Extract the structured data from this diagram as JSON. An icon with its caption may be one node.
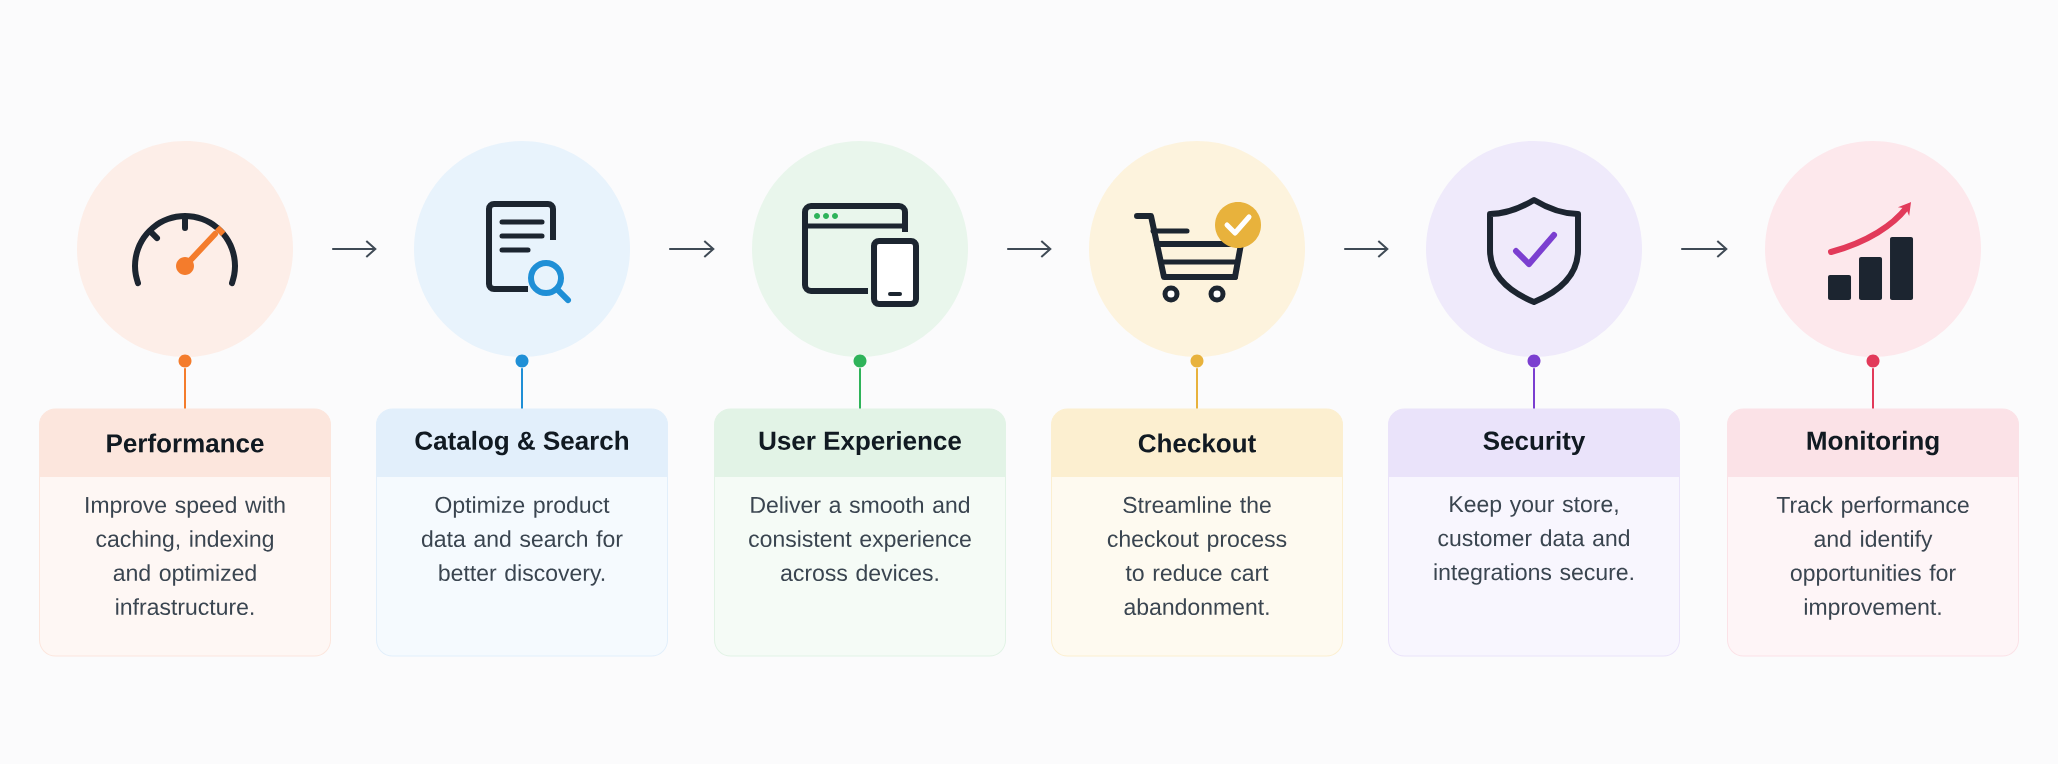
{
  "diagram": {
    "nodes": [
      {
        "text": [],
        "shape": "circle"
      },
      {
        "text": [
          "Performance",
          "Improve speed with caching, indexing and optimized infrastructure."
        ]
      },
      {
        "text": [],
        "shape": "circle"
      },
      {
        "text": [
          "Catalog & Search",
          "Optimize product data and search for better discovery."
        ]
      },
      {
        "text": [],
        "shape": "circle"
      },
      {
        "text": [
          "User Experience",
          "Deliver a smooth and consistent experience across devices."
        ]
      },
      {
        "text": [],
        "shape": "circle"
      },
      {
        "text": [
          "Checkout",
          "Streamline the checkout process to reduce cart abandonment."
        ]
      },
      {
        "text": [],
        "shape": "circle"
      },
      {
        "text": [
          "Security",
          "Keep your store, customer data and integrations secure."
        ]
      },
      {
        "text": [],
        "shape": "circle"
      },
      {
        "text": [
          "Monitoring",
          "Track performance and identify opportunities for improvement."
        ]
      }
    ],
    "edges": [
      {
        "from": 0,
        "to": 1,
        "arrow": "none",
        "color": "#f47c2c"
      },
      {
        "from": 0,
        "to": 2,
        "arrow": "to"
      },
      {
        "from": 2,
        "to": 3,
        "arrow": "none",
        "color": "#1f8fd6"
      },
      {
        "from": 2,
        "to": 4,
        "arrow": "to"
      },
      {
        "from": 4,
        "to": 5,
        "arrow": "none",
        "color": "#2fb35a"
      },
      {
        "from": 4,
        "to": 6,
        "arrow": "to"
      },
      {
        "from": 6,
        "to": 7,
        "arrow": "none",
        "color": "#e8b23c"
      },
      {
        "from": 6,
        "to": 8,
        "arrow": "to"
      },
      {
        "from": 8,
        "to": 9,
        "arrow": "none",
        "color": "#7b3fd0"
      },
      {
        "from": 8,
        "to": 10,
        "arrow": "to"
      },
      {
        "from": 10,
        "to": 11,
        "arrow": "none",
        "color": "#e23a5a"
      }
    ]
  }
}
